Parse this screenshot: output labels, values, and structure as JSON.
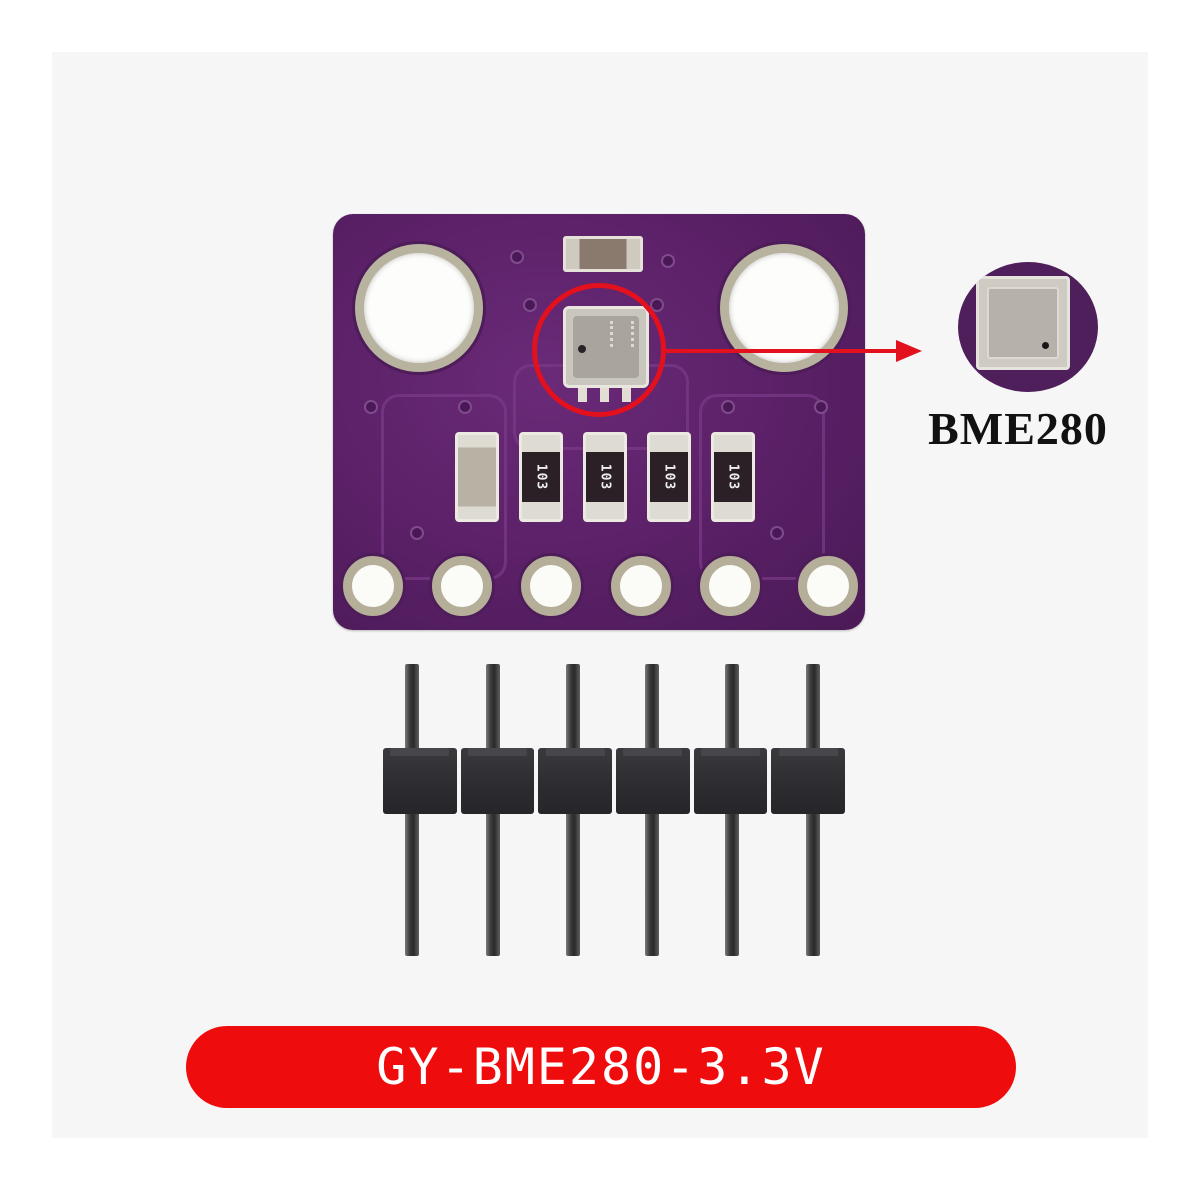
{
  "product": {
    "module_name": "GY-BME280-3.3V",
    "sensor_chip_label": "BME280"
  },
  "board": {
    "color": "#5a2066",
    "mounting_holes": 2,
    "header_pin_count": 6,
    "smd_components": [
      {
        "type": "capacitor",
        "code": ""
      },
      {
        "type": "resistor",
        "code": "103"
      },
      {
        "type": "resistor",
        "code": "103"
      },
      {
        "type": "resistor",
        "code": "103"
      },
      {
        "type": "resistor",
        "code": "103"
      }
    ]
  },
  "colors": {
    "highlight": "#e3101d",
    "label_bar": "#ee0c0c",
    "label_text": "#ffffff"
  }
}
